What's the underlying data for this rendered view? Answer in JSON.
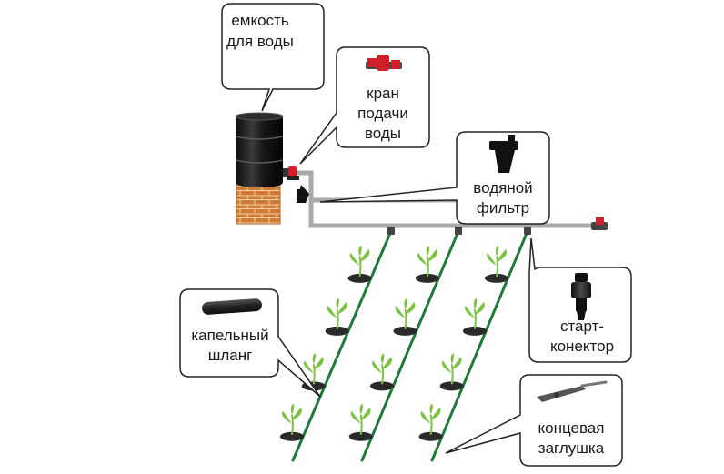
{
  "labels": {
    "water_tank": [
      "емкость",
      "для воды"
    ],
    "supply_valve": [
      "кран",
      "подачи",
      "воды"
    ],
    "water_filter": [
      "водяной",
      "фильтр"
    ],
    "drip_hose": [
      "капельный",
      "шланг"
    ],
    "start_connector": [
      "старт-",
      "конектор"
    ],
    "end_plug": [
      "концевая",
      "заглушка"
    ]
  },
  "colors": {
    "pipe": "#b9b9b9",
    "hose": "#1f7a3a",
    "valve_red": "#d11f2a",
    "brick": "#c9742e",
    "tank": "#1b1b1b",
    "leaf": "#7cc242",
    "soil": "#2a2a2a"
  },
  "counts": {
    "hose_rows": 3,
    "plants_per_row": 4
  }
}
